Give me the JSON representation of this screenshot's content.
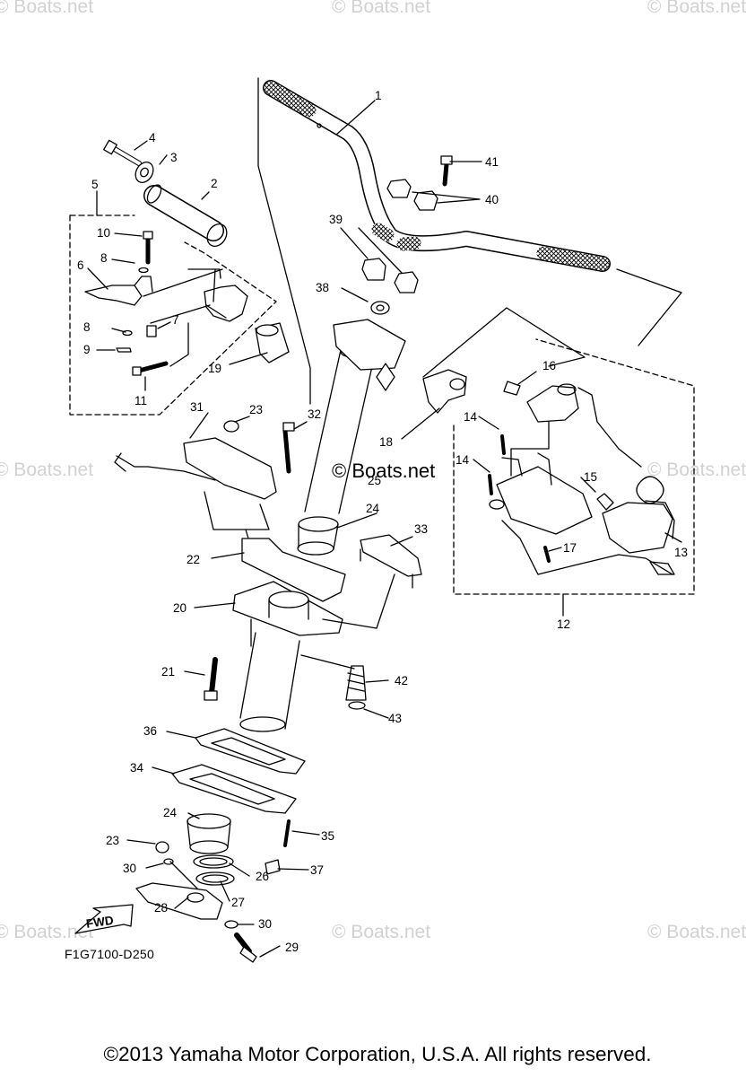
{
  "watermarks": {
    "text": "© Boats.net",
    "center_text": "© Boats.net"
  },
  "diagram": {
    "figure_code": "F1G7100-D250",
    "fwd_label": "FWD",
    "part_numbers": [
      "1",
      "2",
      "3",
      "4",
      "5",
      "6",
      "7",
      "8",
      "8",
      "9",
      "10",
      "11",
      "12",
      "13",
      "14",
      "14",
      "15",
      "16",
      "17",
      "18",
      "19",
      "20",
      "21",
      "22",
      "23",
      "23",
      "24",
      "24",
      "25",
      "26",
      "27",
      "28",
      "29",
      "30",
      "30",
      "31",
      "32",
      "33",
      "34",
      "35",
      "36",
      "37",
      "38",
      "39",
      "40",
      "41",
      "42",
      "43"
    ]
  },
  "footer": {
    "copyright": "©2013 Yamaha Motor Corporation, U.S.A. All rights reserved."
  },
  "colors": {
    "line": "#000000",
    "watermark": "#d2d2d2",
    "background": "#ffffff"
  }
}
